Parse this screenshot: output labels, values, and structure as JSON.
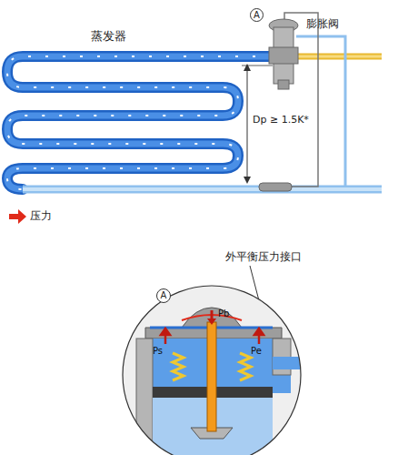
{
  "diagram": {
    "nodes": [
      {
        "text": [
          "A"
        ]
      },
      {
        "text": [
          "A"
        ]
      }
    ],
    "labels": [
      "蒸发器",
      "膨胀阀",
      "Dp ≥ 1.5K*",
      "外平衡压力接口",
      "Pb",
      "Ps",
      "Pe"
    ],
    "legend": [
      {
        "text": "压力"
      }
    ]
  }
}
